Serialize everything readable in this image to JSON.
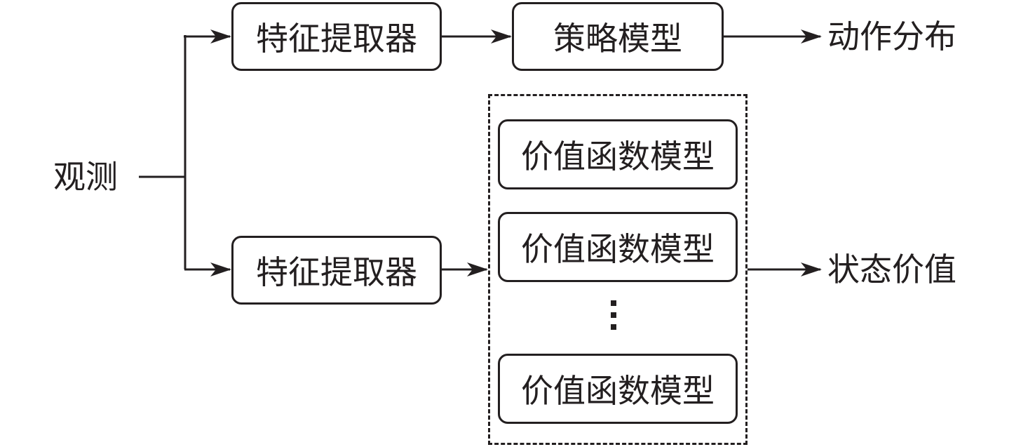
{
  "colors": {
    "ink": "#231f20",
    "background": "#ffffff"
  },
  "input_label": "观测",
  "policy_branch": {
    "feature_extractor": "特征提取器",
    "policy_model": "策略模型",
    "output": "动作分布"
  },
  "value_branch": {
    "feature_extractor": "特征提取器",
    "value_models": [
      "价值函数模型",
      "价值函数模型",
      "价值函数模型"
    ],
    "output": "状态价值"
  }
}
